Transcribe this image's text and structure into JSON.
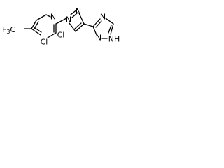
{
  "structure": {
    "cf3_group": {
      "prefix": "F",
      "sub1": "3",
      "suffix": "C"
    },
    "atoms": {
      "pyridine_n": "N",
      "cl_1": "Cl",
      "cl_2": "Cl",
      "pyrazole_n": "N",
      "pyrazole_n1": "N",
      "triazole_n_top": "N",
      "triazole_n_bottom": "N",
      "triazole_nh": "NH"
    }
  },
  "colors": {
    "bond": "#000000",
    "text": "#000000",
    "background": "#ffffff"
  }
}
